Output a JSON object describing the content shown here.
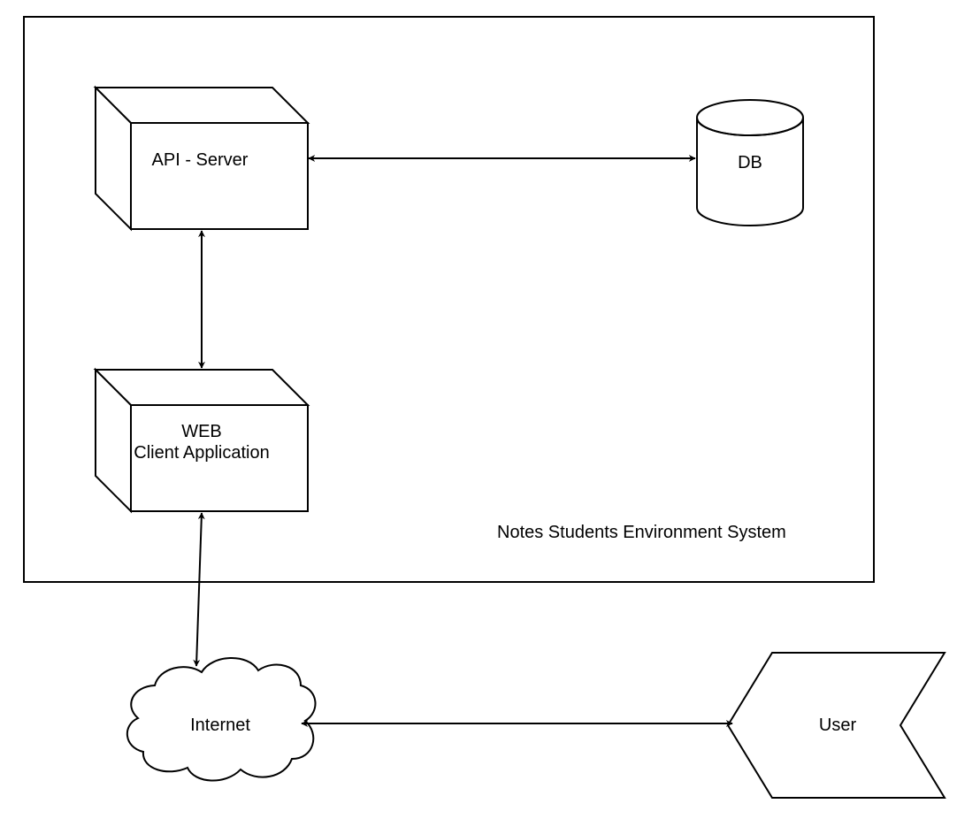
{
  "diagram": {
    "system_boundary": {
      "label": "Notes Students Environment System"
    },
    "nodes": {
      "api_server": {
        "label": "API - Server"
      },
      "db": {
        "label": "DB"
      },
      "web_client": {
        "line1": "WEB",
        "line2": "Client Application"
      },
      "internet": {
        "label": "Internet"
      },
      "user": {
        "label": "User"
      }
    },
    "edges": [
      {
        "from": "API - Server",
        "to": "DB",
        "direction": "bidirectional"
      },
      {
        "from": "API - Server",
        "to": "WEB Client Application",
        "direction": "bidirectional"
      },
      {
        "from": "WEB Client Application",
        "to": "Internet",
        "direction": "bidirectional"
      },
      {
        "from": "Internet",
        "to": "User",
        "direction": "bidirectional"
      }
    ],
    "colors": {
      "stroke": "#000000",
      "fill": "#ffffff",
      "background": "#ffffff"
    }
  }
}
